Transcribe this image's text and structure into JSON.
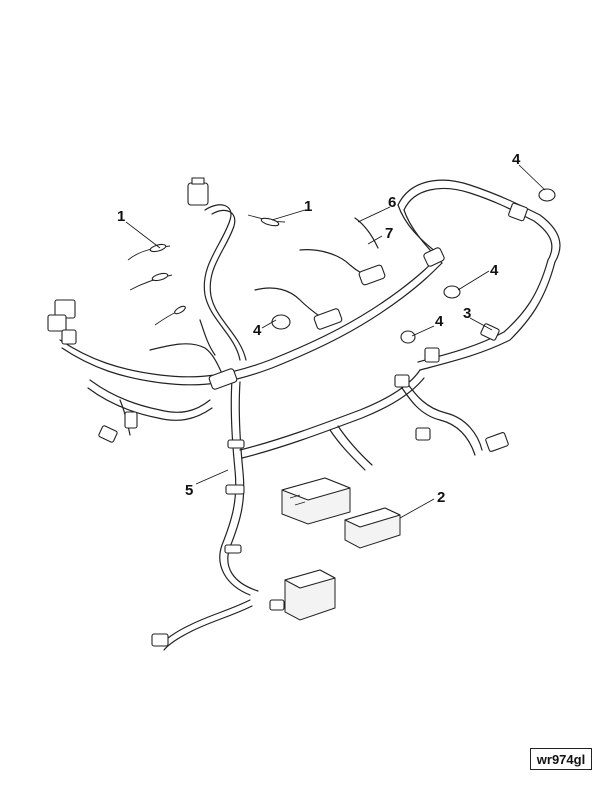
{
  "callouts": {
    "c1a": "1",
    "c1b": "1",
    "c2": "2",
    "c3": "3",
    "c4a": "4",
    "c4b": "4",
    "c4c": "4",
    "c4d": "4",
    "c5": "5",
    "c6": "6",
    "c7": "7"
  },
  "reference_code": "wr974gl"
}
